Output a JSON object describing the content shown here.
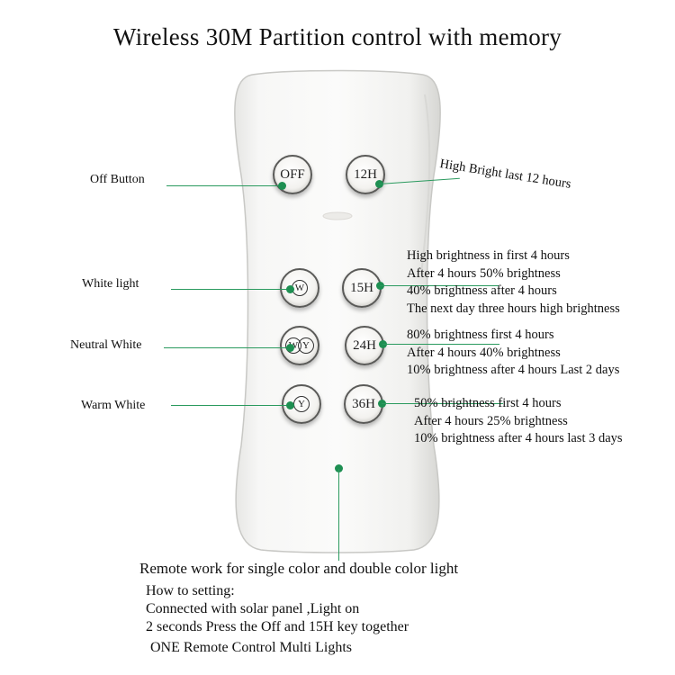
{
  "title": "Wireless 30M Partition control with memory",
  "labels": {
    "off": "Off Button",
    "white": "White light",
    "neutral": "Neutral White",
    "warm": "Warm White"
  },
  "buttons": {
    "off": "OFF",
    "h12": "12H",
    "w": "W",
    "h15": "15H",
    "wy_w": "W",
    "wy_y": "Y",
    "h24": "24H",
    "y": "Y",
    "h36": "36H"
  },
  "descriptions": {
    "h12": "High Bright last 12 hours",
    "h15": [
      "High brightness in first 4 hours",
      "After 4 hours 50% brightness",
      "40% brightness after 4 hours",
      "The next day three hours high brightness"
    ],
    "h24": [
      "80% brightness first 4 hours",
      "After 4 hours 40% brightness",
      "10% brightness after 4 hours Last 2 days"
    ],
    "h36": [
      "50% brightness  first 4 hours",
      "After 4 hours 25% brightness",
      "10% brightness after 4 hours last 3 days"
    ]
  },
  "bottom": {
    "line1": "Remote work for single color and double color light",
    "line2": "How to setting:",
    "line3": "Connected with solar panel ,Light on",
    "line4": "2 seconds Press the Off and 15H key together",
    "line5": "ONE Remote Control Multi Lights"
  }
}
